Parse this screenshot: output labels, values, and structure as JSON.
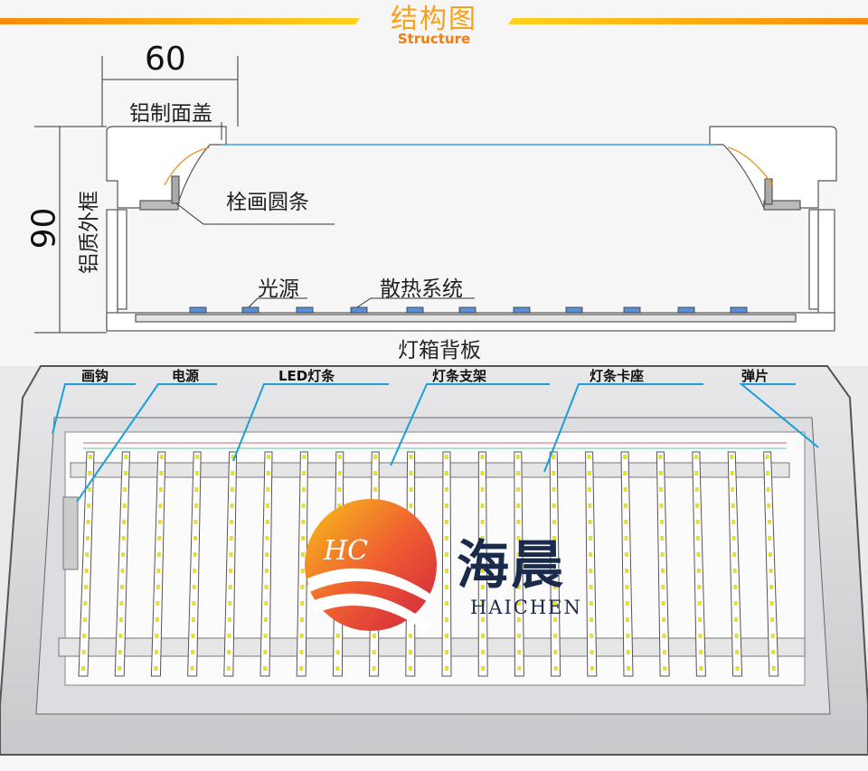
{
  "header": {
    "title": "结构图",
    "subtitle": "Structure"
  },
  "section_profile": {
    "width_dimension": "60",
    "height_dimension": "90",
    "labels": {
      "cover": "铝制面盖",
      "frame": "铝质外框",
      "strip": "栓画圆条",
      "light_source": "光源",
      "heat_dissipation": "散热系统",
      "back_panel": "灯箱背板"
    }
  },
  "section_assembly": {
    "labels": [
      "画钩",
      "电源",
      "LED灯条",
      "灯条支架",
      "灯条卡座",
      "弹片"
    ]
  },
  "brand": {
    "mark": "HC",
    "name_cn": "海晨",
    "name_en": "HAICHEN"
  },
  "colors": {
    "accent_orange": "#f7a21b",
    "leader_blue": "#1a9fd8",
    "logo_red": "#e03a3a"
  }
}
